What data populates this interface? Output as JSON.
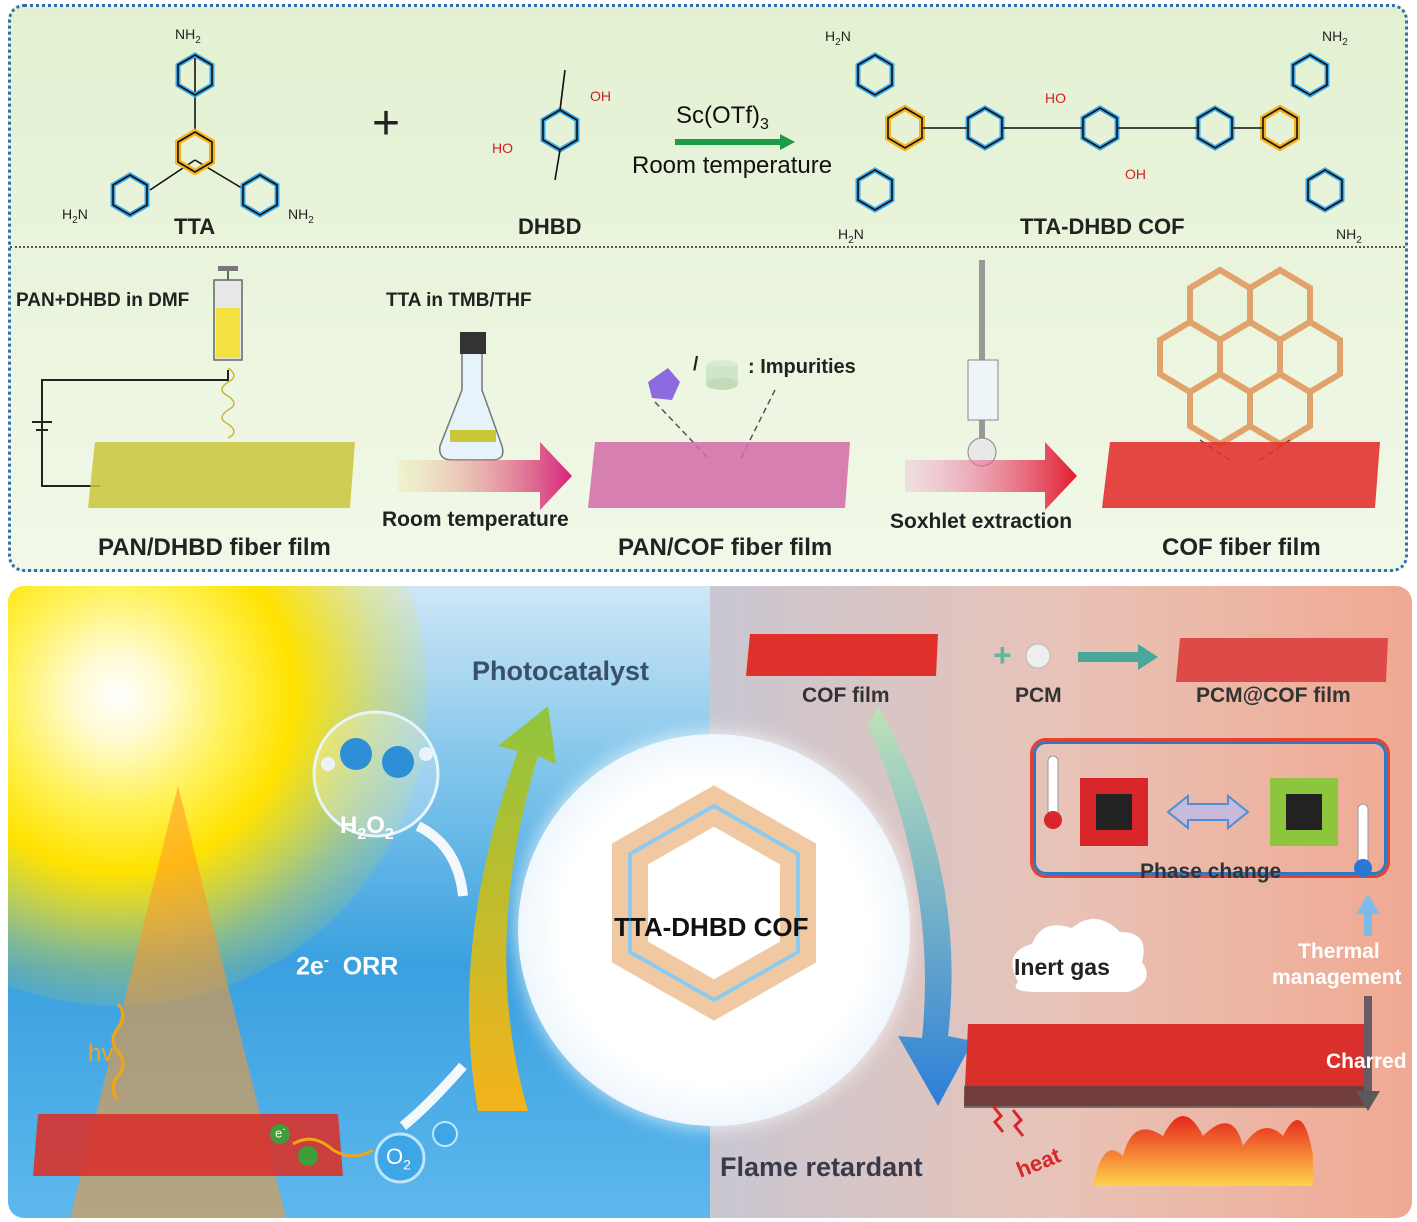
{
  "top": {
    "reactant1": "TTA",
    "reactant2": "DHBD",
    "product": "TTA-DHBD COF",
    "catalyst": "Sc(OTf)",
    "catalyst_sub": "3",
    "condition": "Room temperature",
    "plus": "+",
    "nh2": "NH",
    "nh2_sub": "2",
    "h2n": "H",
    "h2n_sub": "2",
    "n_letter": "N",
    "oh": "OH",
    "ho": "HO"
  },
  "process": {
    "syringe_label": "PAN+DHBD in DMF",
    "flask_label": "TTA in TMB/THF",
    "impurities": ": Impurities",
    "slash": "/",
    "step1": "Room temperature",
    "step2": "Soxhlet extraction",
    "film1": "PAN/DHBD fiber film",
    "film2": "PAN/COF fiber film",
    "film3": "COF fiber film"
  },
  "bottom": {
    "photocatalyst": "Photocatalyst",
    "h2o2": "H",
    "h2o2_a": "2",
    "h2o2_b": "O",
    "h2o2_c": "2",
    "orr": "2e",
    "orr_sup": "-",
    "orr_text": "ORR",
    "hv": "hv",
    "o2": "O",
    "o2_sub": "2",
    "e": "e",
    "e_sup": "-",
    "center": "TTA-DHBD COF",
    "cof_film": "COF film",
    "pcm": "PCM",
    "pcm_cof": "PCM@COF film",
    "phase_change": "Phase change",
    "inert_gas": "Inert gas",
    "thermal1": "Thermal",
    "thermal2": "management",
    "charred": "Charred",
    "heat": "heat",
    "flame": "Flame retardant"
  }
}
